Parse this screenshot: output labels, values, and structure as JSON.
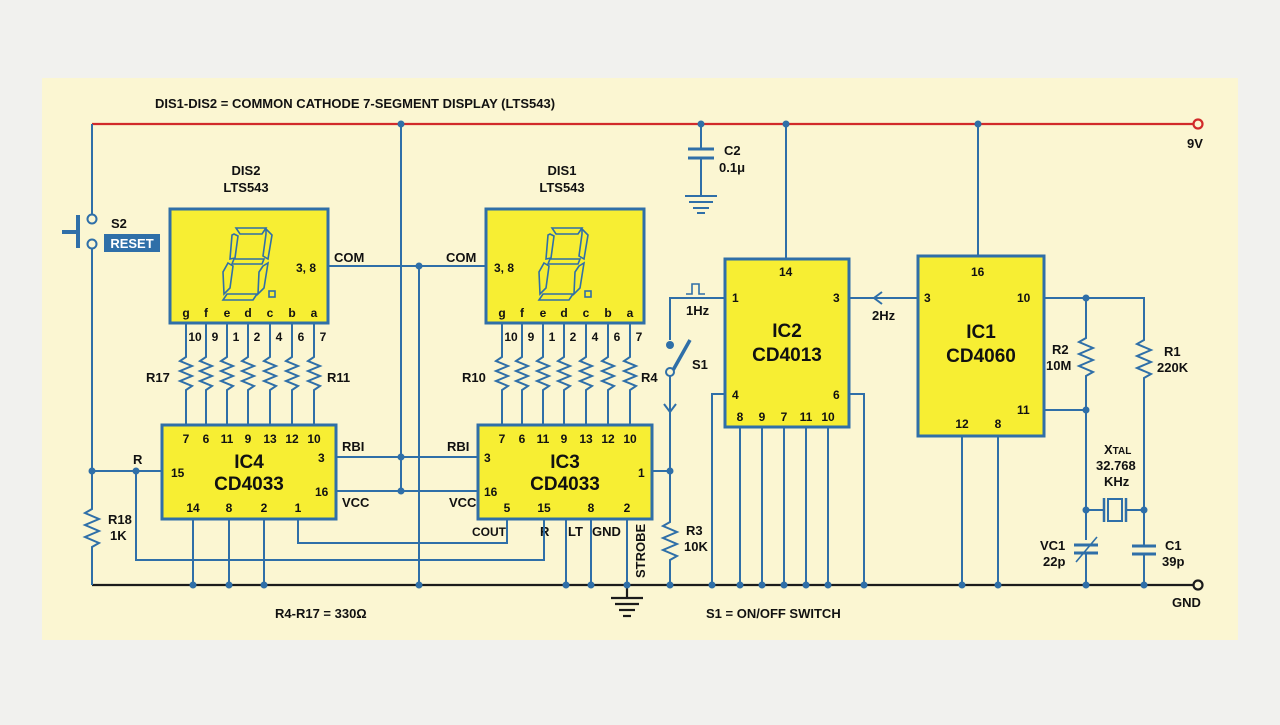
{
  "colors": {
    "panel": "#fbf6d2",
    "wire": "#2f6fa8",
    "supply_rail": "#d12a2a",
    "ground_rail": "#1b1b1b",
    "ic_fill": "#f7ee33",
    "reset_badge": "#2f6fa8"
  },
  "title": "DIS1-DIS2 = COMMON CATHODE 7-SEGMENT DISPLAY (LTS543)",
  "supply_label": "9V",
  "ground_label": "GND",
  "note_resistors": "R4-R17 = 330Ω",
  "note_switch": "S1 = ON/OFF SWITCH",
  "dis2": {
    "ref": "DIS2",
    "part": "LTS543",
    "com_pins": "3, 8",
    "com": "COM",
    "segments": [
      "g",
      "f",
      "e",
      "d",
      "c",
      "b",
      "a"
    ],
    "pins": [
      "10",
      "9",
      "1",
      "2",
      "4",
      "6",
      "7"
    ]
  },
  "dis1": {
    "ref": "DIS1",
    "part": "LTS543",
    "com_pins": "3, 8",
    "com": "COM",
    "segments": [
      "g",
      "f",
      "e",
      "d",
      "c",
      "b",
      "a"
    ],
    "pins": [
      "10",
      "9",
      "1",
      "2",
      "4",
      "6",
      "7"
    ]
  },
  "ic4": {
    "ref": "IC4",
    "part": "CD4033",
    "top_pins": [
      "7",
      "6",
      "11",
      "9",
      "13",
      "12",
      "10"
    ],
    "p15": "15",
    "p3": "3",
    "p16": "16",
    "bottom_pins": [
      "14",
      "8",
      "2",
      "1"
    ],
    "rbi": "RBI",
    "vcc": "VCC",
    "r": "R"
  },
  "ic3": {
    "ref": "IC3",
    "part": "CD4033",
    "top_pins": [
      "7",
      "6",
      "11",
      "9",
      "13",
      "12",
      "10"
    ],
    "p3": "3",
    "p16": "16",
    "p1": "1",
    "bottom_pins": [
      "5",
      "15",
      "8",
      "2"
    ],
    "rbi": "RBI",
    "vcc": "VCC",
    "cout": "COUT",
    "r": "R",
    "lt": "LT",
    "gnd": "GND",
    "strobe": "STROBE"
  },
  "ic2": {
    "ref": "IC2",
    "part": "CD4013",
    "p14": "14",
    "p1": "1",
    "p3": "3",
    "p4": "4",
    "p6": "6",
    "bottom_pins": [
      "8",
      "9",
      "7",
      "11",
      "10"
    ]
  },
  "ic1": {
    "ref": "IC1",
    "part": "CD4060",
    "p16": "16",
    "p3": "3",
    "p10": "10",
    "p11": "11",
    "bottom_pins": [
      "12",
      "8"
    ]
  },
  "r17": "R17",
  "r11": "R11",
  "r10": "R10",
  "r4": "R4",
  "r18": {
    "ref": "R18",
    "value": "1K"
  },
  "r3": {
    "ref": "R3",
    "value": "10K"
  },
  "r2": {
    "ref": "R2",
    "value": "10M"
  },
  "r1": {
    "ref": "R1",
    "value": "220K"
  },
  "c2": {
    "ref": "C2",
    "value": "0.1μ"
  },
  "c1": {
    "ref": "C1",
    "value": "39p"
  },
  "vc1": {
    "ref": "VC1",
    "value": "22p"
  },
  "xtal": {
    "ref_main": "X",
    "ref_sub": "TAL",
    "freq": "32.768",
    "unit": "KHz"
  },
  "s1": "S1",
  "s2": "S2",
  "reset": "RESET",
  "freq_1hz": "1Hz",
  "freq_2hz": "2Hz"
}
